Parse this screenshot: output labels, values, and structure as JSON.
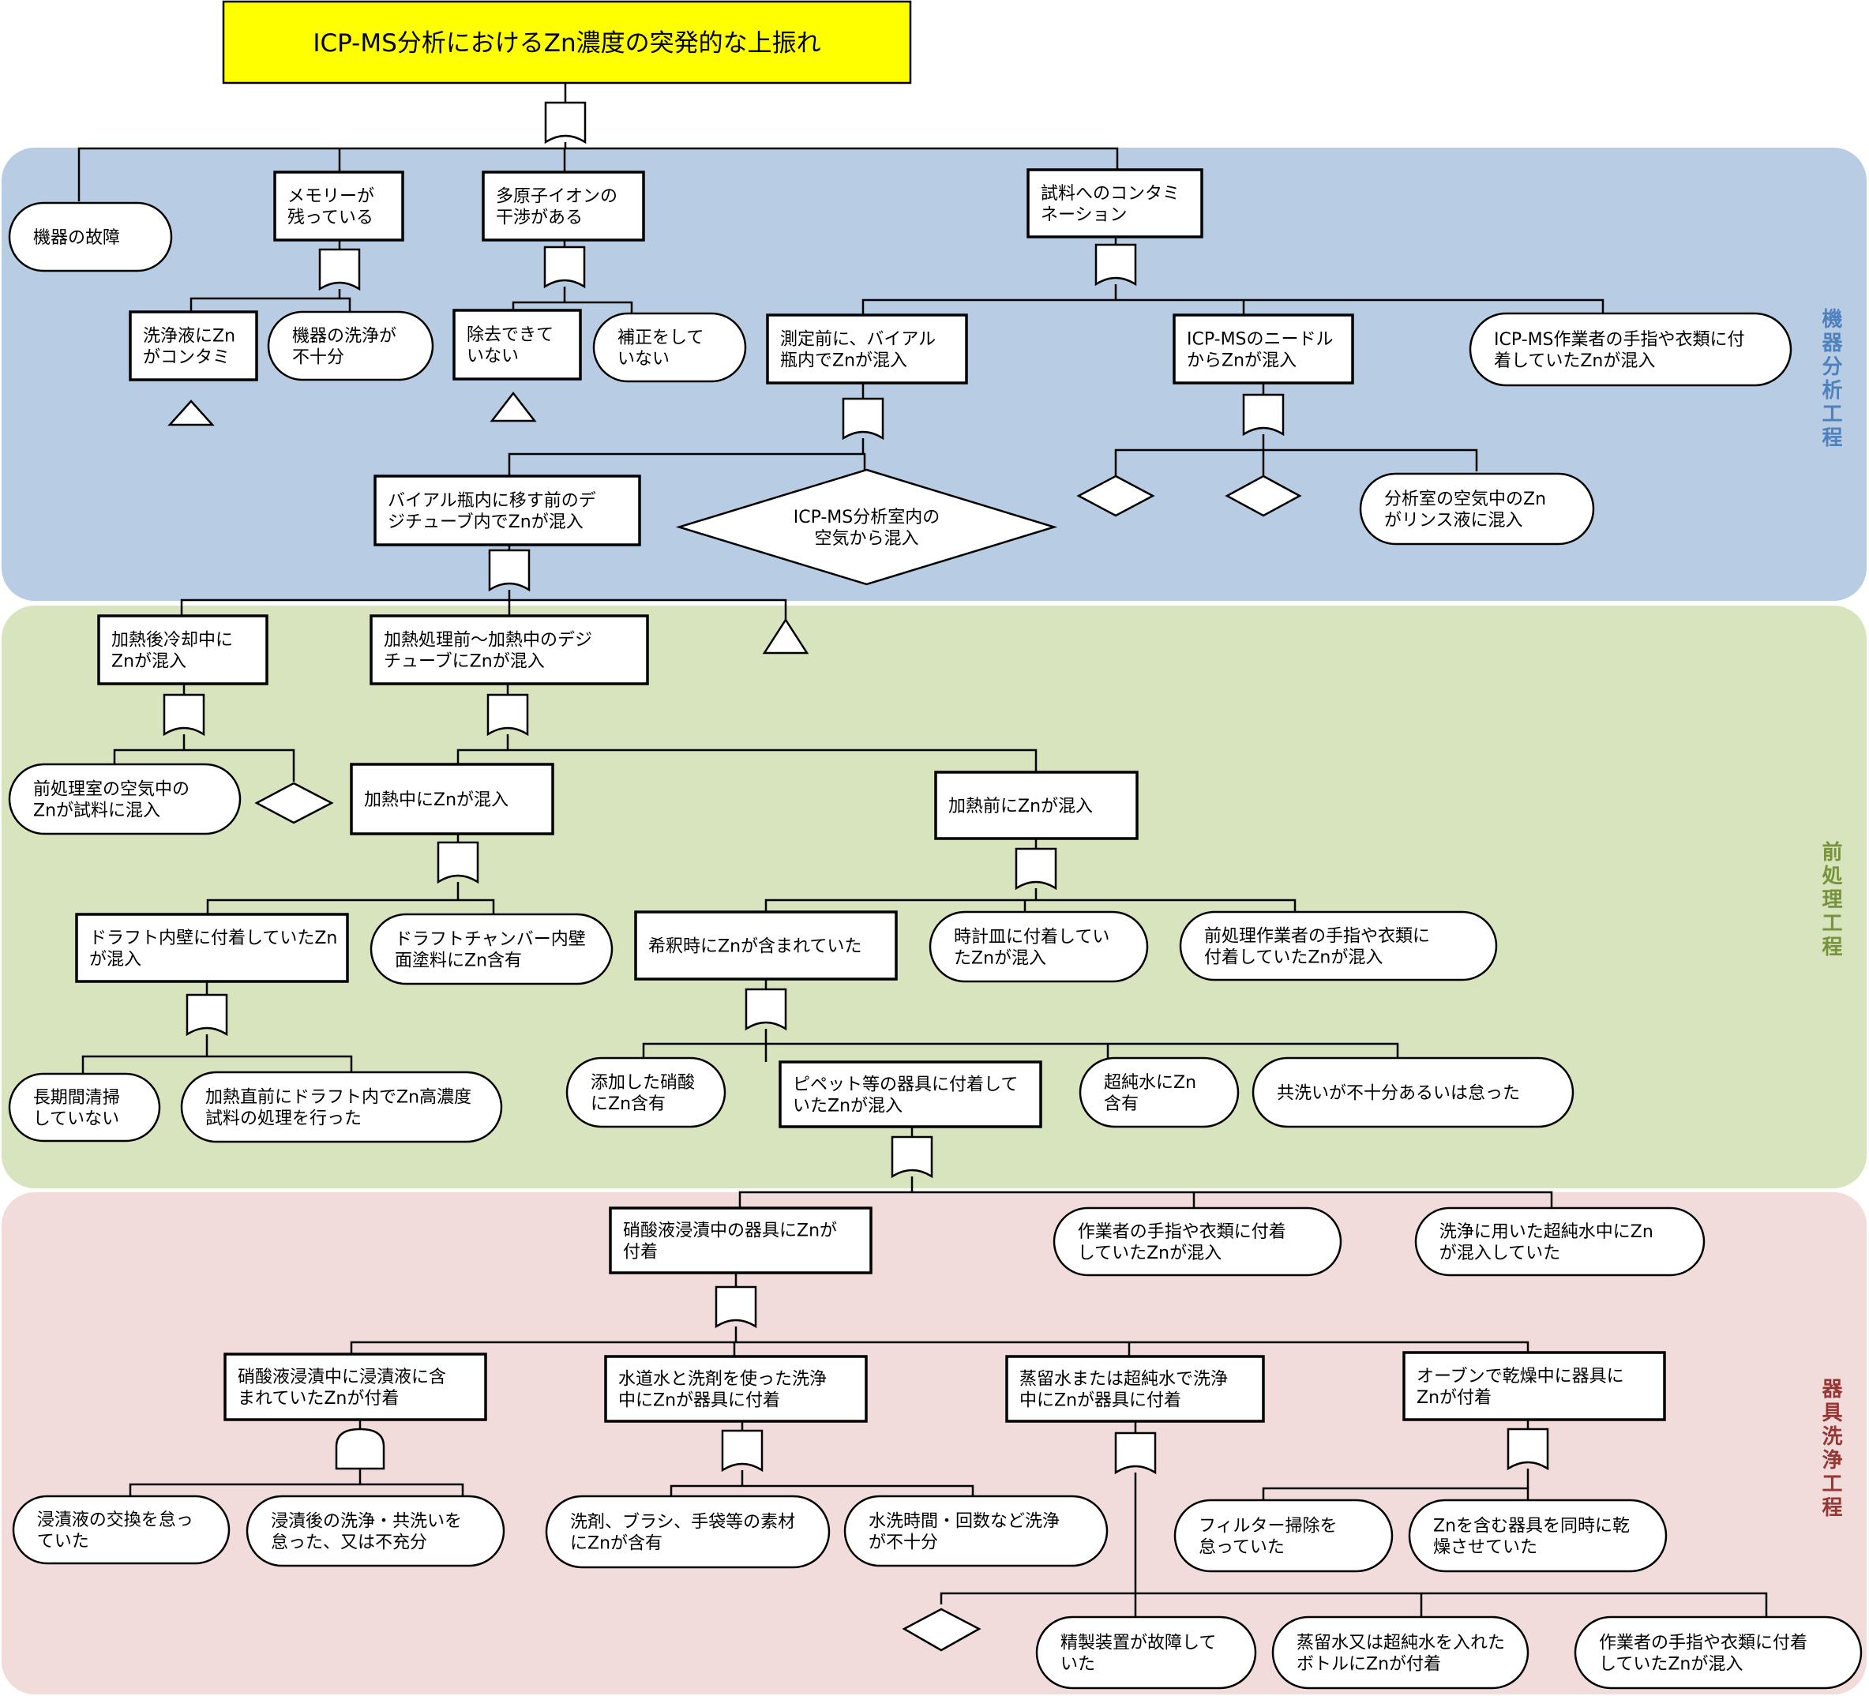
{
  "colors": {
    "top_event_fill": "#ffff00",
    "stage_machine": "#b8cce4",
    "stage_pretreat": "#d7e4bd",
    "stage_cleaning": "#f2dcdb",
    "stage_machine_label": "#4f81bd",
    "stage_pretreat_label": "#77933c",
    "stage_cleaning_label": "#953735"
  },
  "stages": {
    "machine": "機器分析工程",
    "pretreat": "前処理工程",
    "cleaning": "器具洗浄工程"
  },
  "top_event": "ICP-MS分析におけるZn濃度の突発的な上振れ",
  "nodes": {
    "n_fail": [
      "機器の故障"
    ],
    "n_memory": [
      "メモリーが",
      "残っている"
    ],
    "n_polyatomic": [
      "多原子イオンの",
      "干渉がある"
    ],
    "n_contam": [
      "試料へのコンタミ",
      "ネーション"
    ],
    "n_washliq": [
      "洗浄液にZn",
      "がコンタミ"
    ],
    "n_washinsuf": [
      "機器の洗浄が",
      "不十分"
    ],
    "n_notremoved": [
      "除去できて",
      "いない"
    ],
    "n_notcorrected": [
      "補正をして",
      "いない"
    ],
    "n_vial": [
      "測定前に、バイアル",
      "瓶内でZnが混入"
    ],
    "n_needle": [
      "ICP-MSのニードル",
      "からZnが混入"
    ],
    "n_operator1": [
      "ICP-MS作業者の手指や衣類に付",
      "着していたZnが混入"
    ],
    "n_digi_before": [
      "バイアル瓶内に移す前のデ",
      "ジチューブ内でZnが混入"
    ],
    "n_room_air": [
      "ICP-MS分析室内の",
      "空気から混入"
    ],
    "n_rinse_air": [
      "分析室の空気中のZn",
      "がリンス液に混入"
    ],
    "n_cooling": [
      "加熱後冷却中に",
      "Znが混入"
    ],
    "n_heatdigi": [
      "加熱処理前～加熱中のデジ",
      "チューブにZnが混入"
    ],
    "n_pre_air": [
      "前処理室の空気中の",
      "Znが試料に混入"
    ],
    "n_during_heat": [
      "加熱中にZnが混入"
    ],
    "n_before_heat": [
      "加熱前にZnが混入"
    ],
    "n_draft_wall": [
      "ドラフト内壁に付着していたZn",
      "が混入"
    ],
    "n_draft_paint": [
      "ドラフトチャンバー内壁",
      "面塗料にZn含有"
    ],
    "n_dilution": [
      "希釈時にZnが含まれていた"
    ],
    "n_watchglass": [
      "時計皿に付着してい",
      "たZnが混入"
    ],
    "n_operator2": [
      "前処理作業者の手指や衣類に",
      "付着していたZnが混入"
    ],
    "n_noclean": [
      "長期間清掃",
      "していない"
    ],
    "n_highconc": [
      "加熱直前にドラフト内でZn高濃度",
      "試料の処理を行った"
    ],
    "n_nitric_add": [
      "添加した硝酸",
      "にZn含有"
    ],
    "n_pipette": [
      "ピペット等の器具に付着して",
      "いたZnが混入"
    ],
    "n_ultrapure": [
      "超純水にZn",
      "含有"
    ],
    "n_cowash": [
      "共洗いが不十分あるいは怠った"
    ],
    "n_nitric_soak": [
      "硝酸液浸漬中の器具にZnが",
      "付着"
    ],
    "n_operator3": [
      "作業者の手指や衣類に付着",
      "していたZnが混入"
    ],
    "n_wash_water": [
      "洗浄に用いた超純水中にZn",
      "が混入していた"
    ],
    "n_soakliq": [
      "硝酸液浸漬中に浸漬液に含",
      "まれていたZnが付着"
    ],
    "n_tapwater": [
      "水道水と洗剤を使った洗浄",
      "中にZnが器具に付着"
    ],
    "n_distilled": [
      "蒸留水または超純水で洗浄",
      "中にZnが器具に付着"
    ],
    "n_oven": [
      "オーブンで乾燥中に器具に",
      "Znが付着"
    ],
    "n_soak_change": [
      "浸漬液の交換を怠っ",
      "ていた"
    ],
    "n_soak_after": [
      "浸漬後の洗浄・共洗いを",
      "怠った、又は不充分"
    ],
    "n_detergent": [
      "洗剤、ブラシ、手袋等の素材",
      "にZnが含有"
    ],
    "n_washtime": [
      "水洗時間・回数など洗浄",
      "が不十分"
    ],
    "n_filter": [
      "フィルター掃除を",
      "怠っていた"
    ],
    "n_dry_together": [
      "Znを含む器具を同時に乾",
      "燥させていた"
    ],
    "n_purifier": [
      "精製装置が故障して",
      "いた"
    ],
    "n_bottle": [
      "蒸留水又は超純水を入れた",
      "ボトルにZnが付着"
    ],
    "n_operator4": [
      "作業者の手指や衣類に付着",
      "していたZnが混入"
    ]
  }
}
